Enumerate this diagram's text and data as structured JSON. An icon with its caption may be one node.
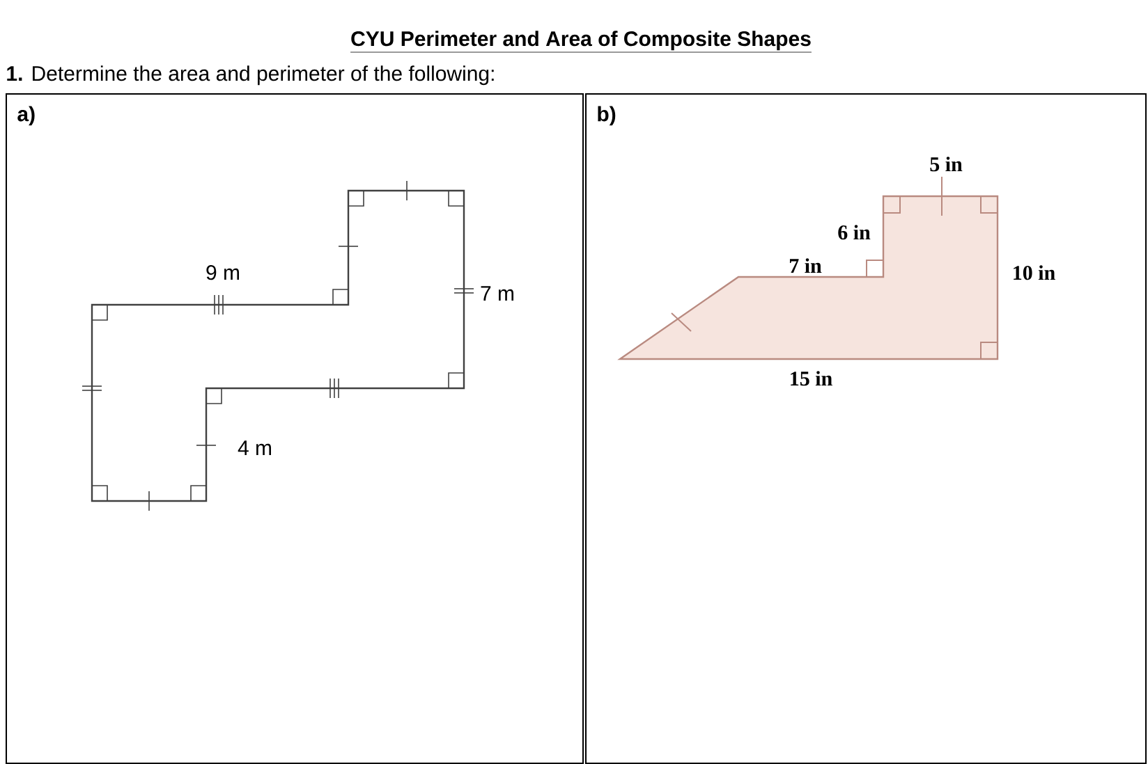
{
  "diagram": {
    "title": "CYU Perimeter and Area of Composite Shapes",
    "nodes": [
      {
        "text": [
          "a)"
        ]
      },
      {
        "text": [
          "b)"
        ]
      }
    ],
    "edges": [],
    "labels": [
      "**1.** Determine the area and perimeter of the following:",
      "9 m",
      "7 m",
      "4 m",
      "5 in",
      "6 in",
      "7 in",
      "10 in",
      "15 in"
    ]
  }
}
